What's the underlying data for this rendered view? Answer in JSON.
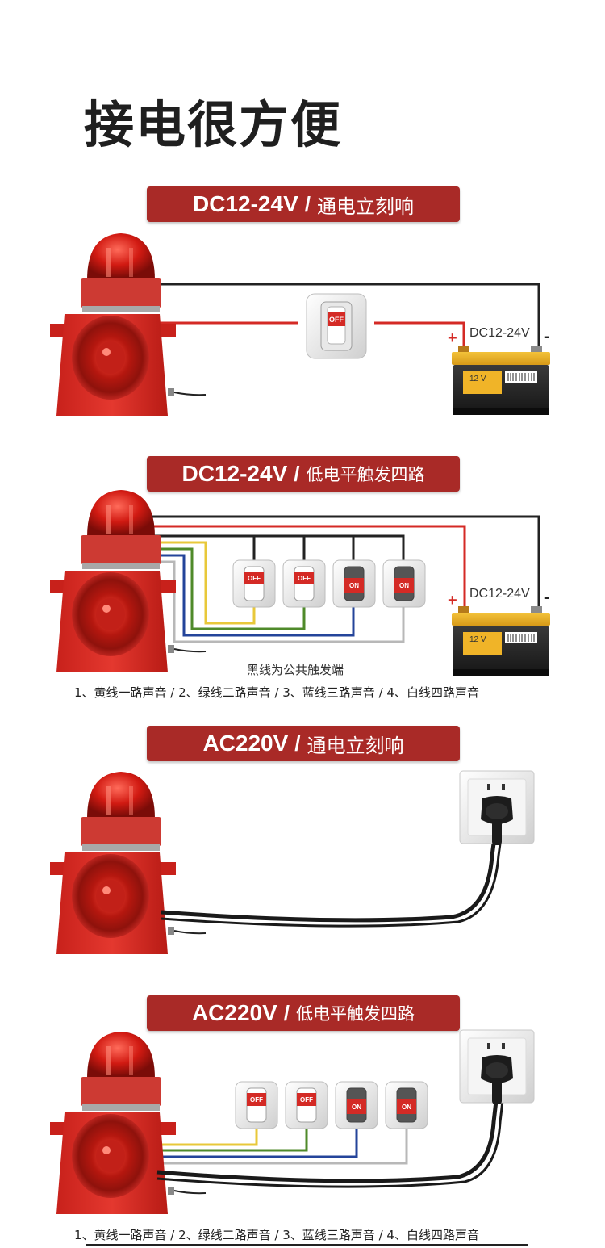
{
  "page_title": "接电很方便",
  "sections": [
    {
      "voltage": "DC12-24V",
      "separator": "/",
      "description": "通电立刻响"
    },
    {
      "voltage": "DC12-24V",
      "separator": "/",
      "description": "低电平触发四路"
    },
    {
      "voltage": "AC220V",
      "separator": "/",
      "description": "通电立刻响"
    },
    {
      "voltage": "AC220V",
      "separator": "/",
      "description": "低电平触发四路"
    }
  ],
  "battery": {
    "voltage_label": "DC12-24V",
    "plus": "+",
    "minus": "-",
    "rating": "12 V"
  },
  "switch_labels": {
    "off": "OFF",
    "on": "ON"
  },
  "common_note": "黑线为公共触发端",
  "legend": "1、黄线一路声音 / 2、绿线二路声音 / 3、蓝线三路声音 / 4、白线四路声音",
  "colors": {
    "banner": "#a92a27",
    "red_wire": "#d42a25",
    "yellow_wire": "#e8c83a",
    "green_wire": "#4f8a2a",
    "blue_wire": "#24449a",
    "white_wire": "#b8b8b8",
    "black_wire": "#222222"
  }
}
